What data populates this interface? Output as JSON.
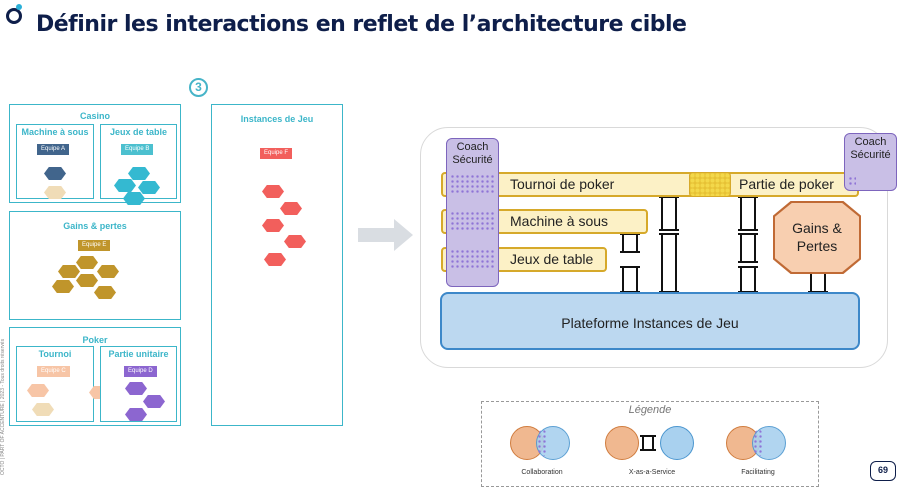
{
  "title": "Définir les interactions en reflet de l’architecture cible",
  "step_badge": "3",
  "side_note": "OCTO | PART OF ACCENTURE | 2023 - Tous droits réservés",
  "left_panel": {
    "casino": {
      "label": "Casino",
      "machine": {
        "label": "Machine à sous",
        "team": "Equipe A"
      },
      "jeux": {
        "label": "Jeux de table",
        "team": "Equipe B"
      }
    },
    "gains": {
      "label": "Gains & pertes",
      "team": "Equipe E"
    },
    "poker": {
      "label": "Poker",
      "tournoi": {
        "label": "Tournoi",
        "team": "Equipe C"
      },
      "partie": {
        "label": "Partie unitaire",
        "team": "Equipe D"
      }
    },
    "instances": {
      "label": "Instances de Jeu",
      "team": "Equipe F"
    }
  },
  "architecture": {
    "coach_left": "Coach Sécurité",
    "coach_right": "Coach Sécurité",
    "tournoi": "Tournoi de poker",
    "partie": "Partie de poker",
    "machine": "Machine à sous",
    "jeux": "Jeux de table",
    "gains": "Gains & Pertes",
    "platform": "Plateforme Instances de Jeu"
  },
  "legend": {
    "title": "Légende",
    "items": [
      "Collaboration",
      "X-as-a-Service",
      "Facilitating"
    ]
  },
  "page_number": "69",
  "colors": {
    "navy": "#0e1e4a",
    "teal": "#3cb6c9",
    "team_a": "#41658c",
    "team_b": "#4cc0cf",
    "team_e": "#c0952b",
    "team_c": "#f7c5a6",
    "team_d": "#8c66d0",
    "team_f": "#f25f5c"
  }
}
